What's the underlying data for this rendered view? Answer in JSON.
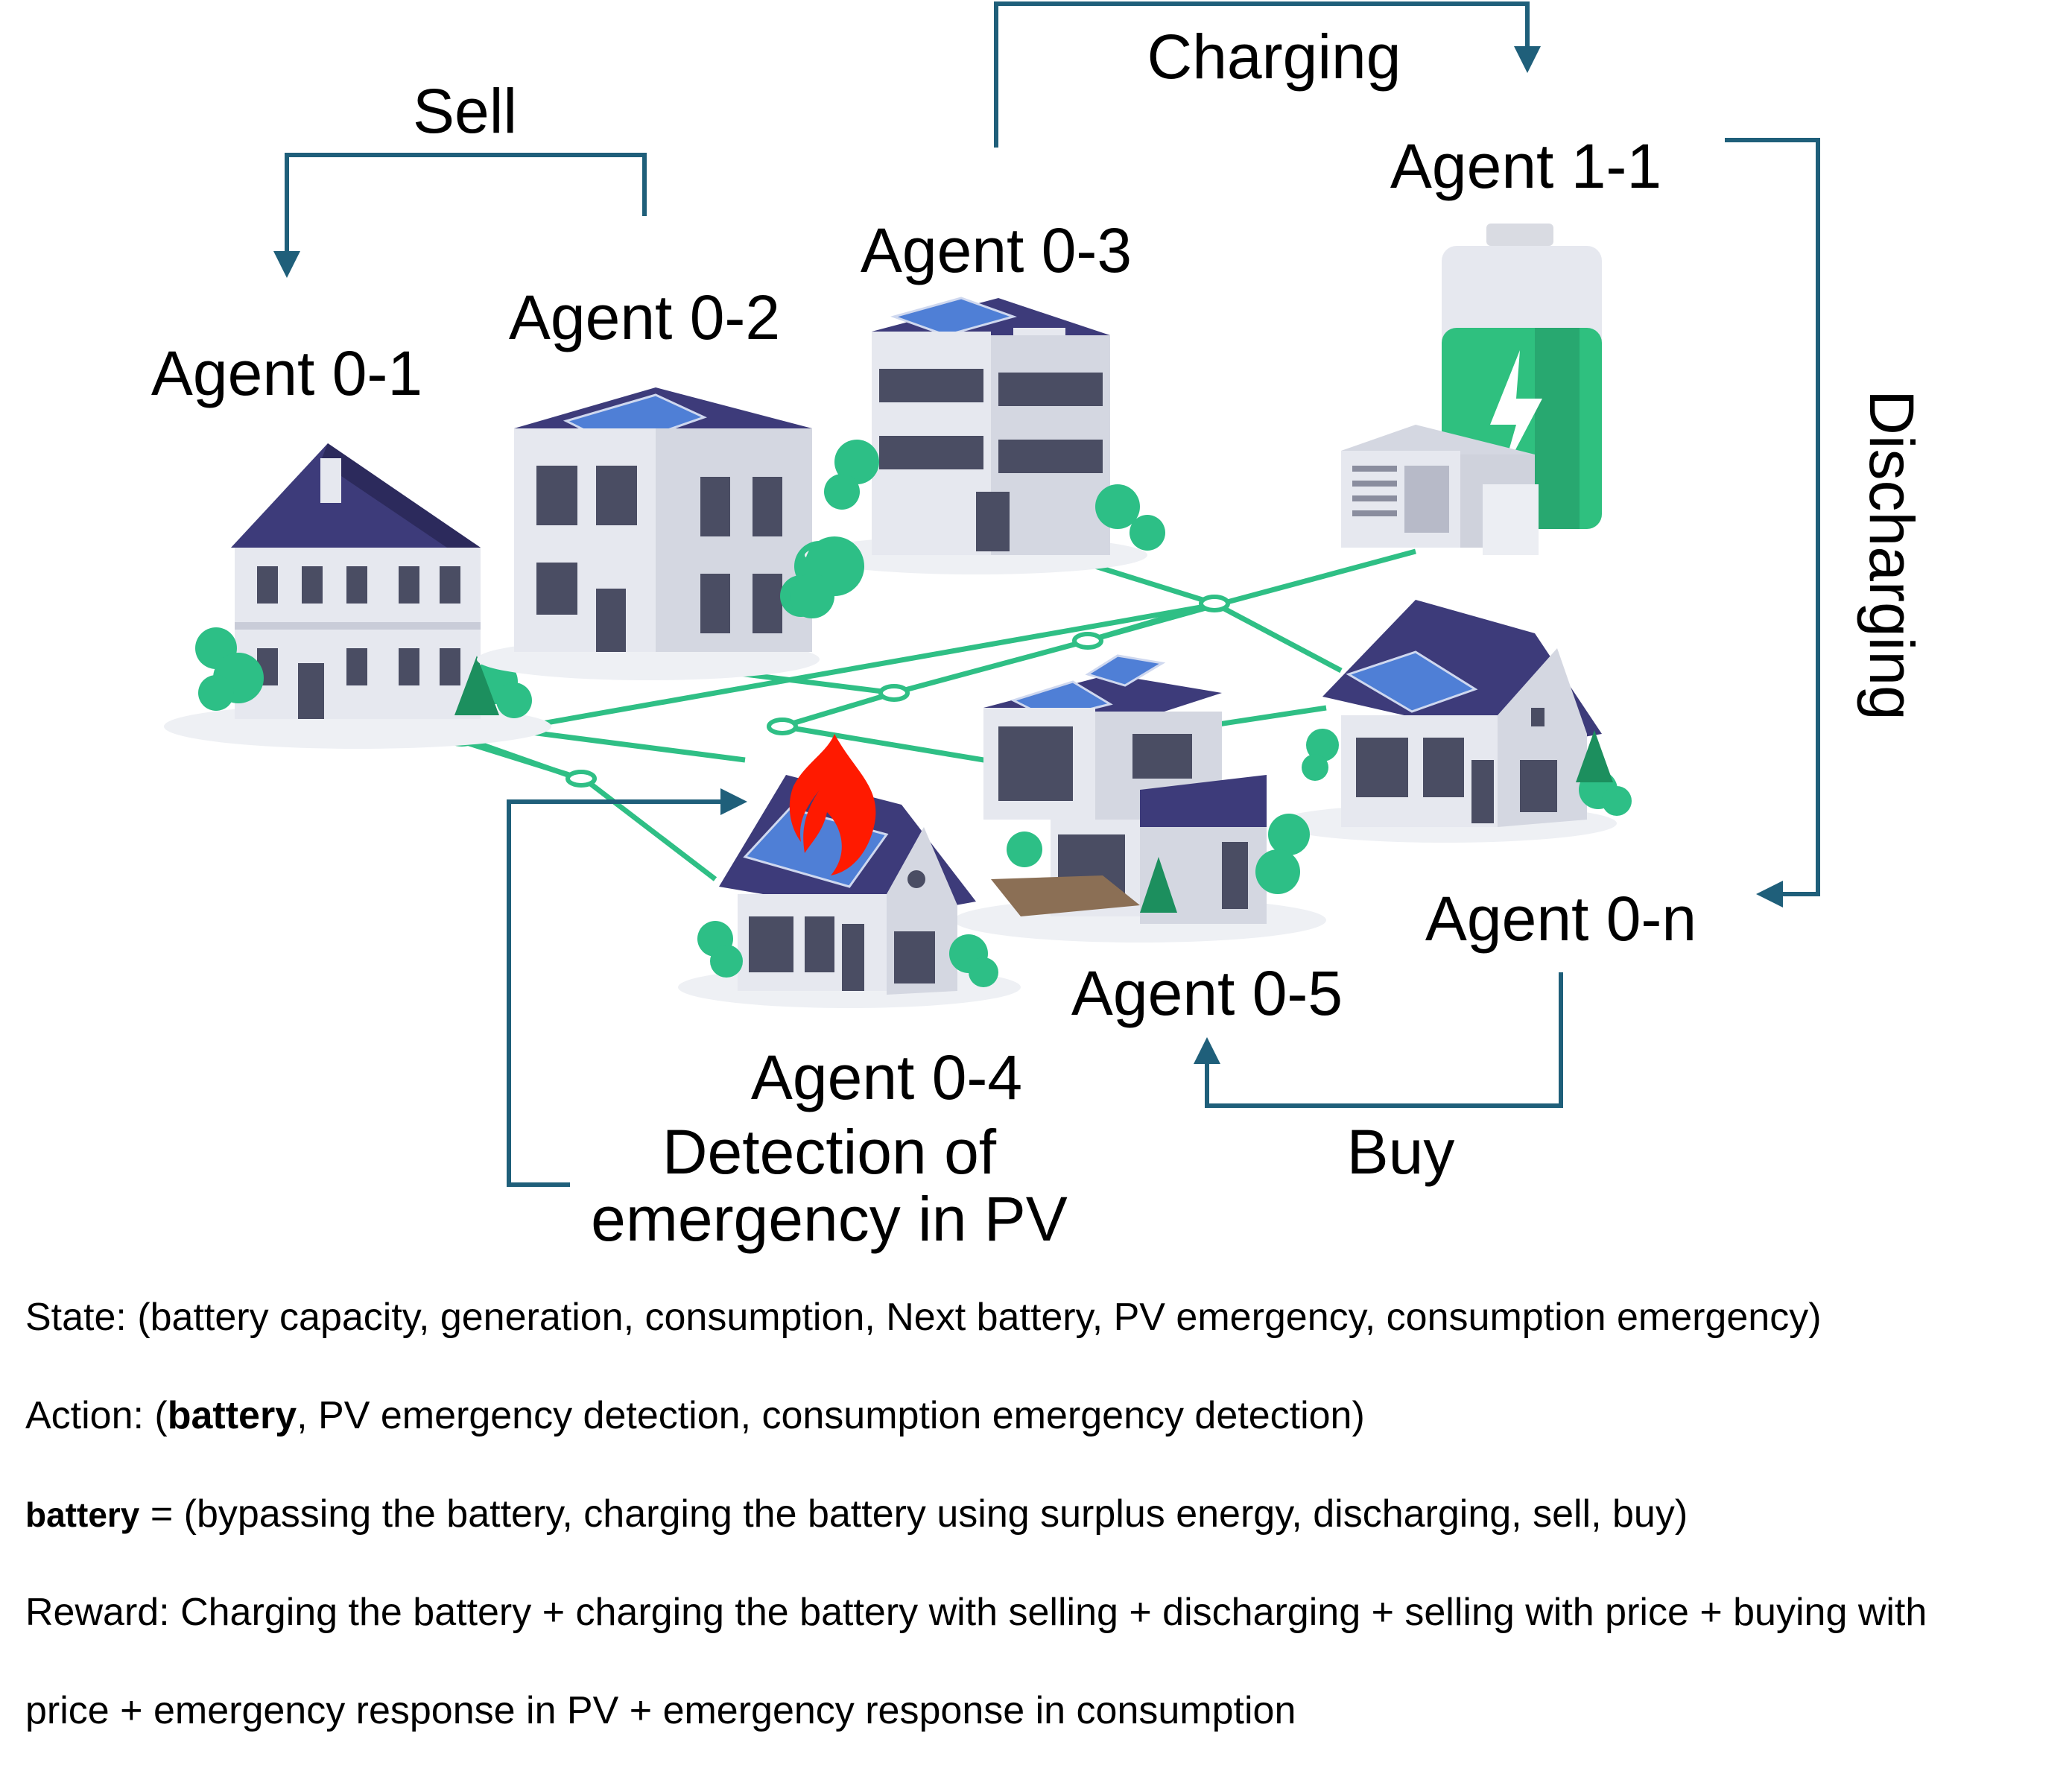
{
  "labels": {
    "agent_0_1": "Agent 0-1",
    "agent_0_2": "Agent 0-2",
    "agent_0_3": "Agent 0-3",
    "agent_1_1": "Agent 1-1",
    "agent_0_4": "Agent 0-4",
    "agent_0_5": "Agent 0-5",
    "agent_0_n": "Agent 0-n",
    "sell": "Sell",
    "charging": "Charging",
    "discharging": "Discharging",
    "buy": "Buy",
    "detection_line1": "Detection of",
    "detection_line2": "emergency in PV"
  },
  "colors": {
    "arrow": "#1f5f7a",
    "grid_line": "#2fbf85",
    "roof": "#3d3b7a",
    "wall": "#e6e8ef",
    "window": "#4a4d63",
    "solar": "#4f7fd6",
    "tree": "#2dbf86",
    "battery": "#2fc07f",
    "fire": "#ff1a00"
  },
  "notes": {
    "state": "State: (battery capacity, generation, consumption, Next battery, PV emergency, consumption emergency)",
    "action_prefix": "Action: (",
    "action_bold": "battery",
    "action_rest": ", PV emergency detection, consumption emergency detection)",
    "battery_bold": "battery",
    "battery_rest": " = (bypassing the battery, charging the battery using surplus energy, discharging, sell, buy)",
    "reward_line1": "Reward: Charging the battery + charging the battery with selling + discharging + selling with price + buying with",
    "reward_line2": "price + emergency response in PV + emergency response in consumption"
  }
}
